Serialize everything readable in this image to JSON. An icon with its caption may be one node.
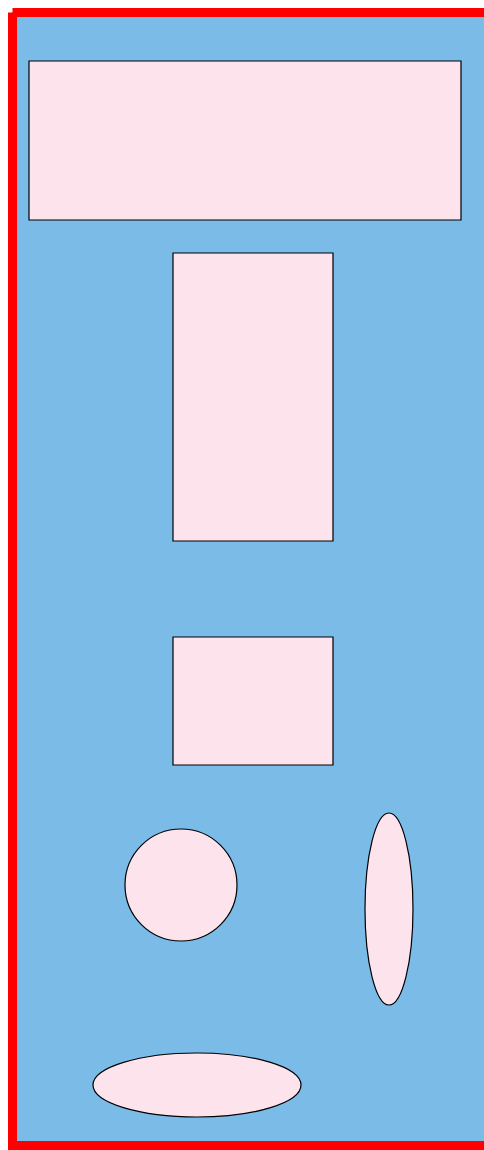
{
  "diagram": {
    "nodes": [
      {
        "text": [],
        "shape": "box"
      },
      {
        "text": [],
        "shape": "box"
      },
      {
        "text": [],
        "shape": "box"
      },
      {
        "text": [],
        "shape": "circle"
      },
      {
        "text": [],
        "shape": "ellipse"
      },
      {
        "text": [],
        "shape": "ellipse"
      }
    ]
  }
}
